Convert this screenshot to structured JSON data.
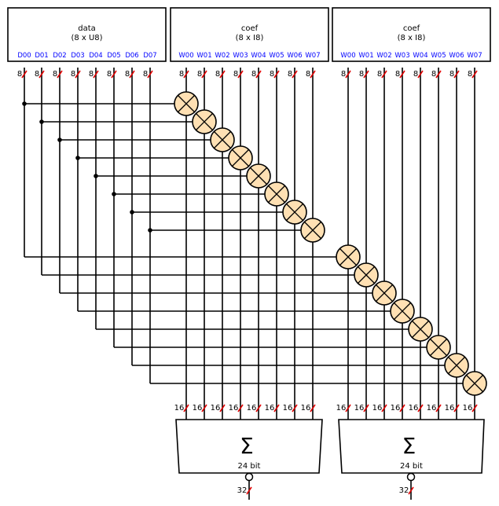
{
  "colors": {
    "port_label": "#0000ff",
    "slash": "#e00000",
    "multiplier_fill": "#ffe0b3",
    "line": "#000000",
    "background": "#ffffff"
  },
  "blocks": [
    {
      "title": "data",
      "subtitle": "(8 x U8)",
      "ports": [
        "D00",
        "D01",
        "D02",
        "D03",
        "D04",
        "D05",
        "D06",
        "D07"
      ],
      "bus_width": "8"
    },
    {
      "title": "coef",
      "subtitle": "(8 x I8)",
      "ports": [
        "W00",
        "W01",
        "W02",
        "W03",
        "W04",
        "W05",
        "W06",
        "W07"
      ],
      "bus_width": "8"
    },
    {
      "title": "coef",
      "subtitle": "(8 x I8)",
      "ports": [
        "W00",
        "W01",
        "W02",
        "W03",
        "W04",
        "W05",
        "W06",
        "W07"
      ],
      "bus_width": "8"
    }
  ],
  "product_width": "16",
  "multiplier_icon": "multiply-cross-icon",
  "adders": [
    {
      "symbol": "Σ",
      "label": "24 bit",
      "output_width": "32"
    },
    {
      "symbol": "Σ",
      "label": "24 bit",
      "output_width": "32"
    }
  ]
}
